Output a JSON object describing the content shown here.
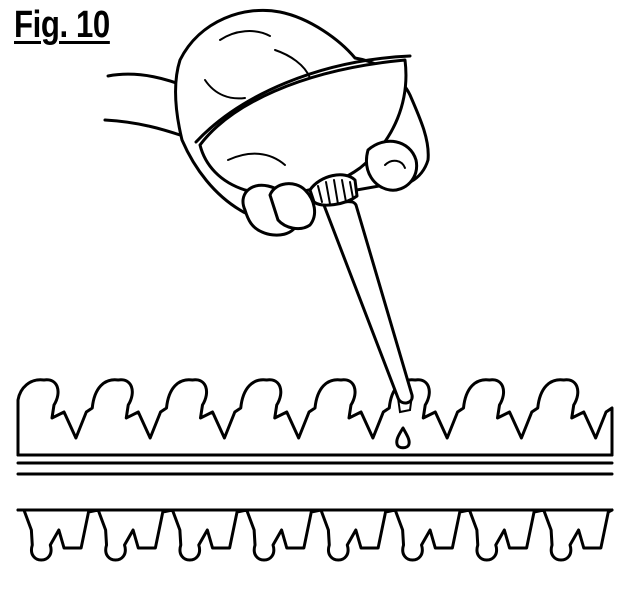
{
  "figure": {
    "label": "Fig. 10"
  },
  "blade": {
    "upper_teeth_count": 8,
    "lower_teeth_count": 8
  },
  "icons": {
    "hand": "hand-holding-oil-can",
    "oil_can": "oil-can-icon",
    "oil_drop": "oil-drop-icon"
  }
}
